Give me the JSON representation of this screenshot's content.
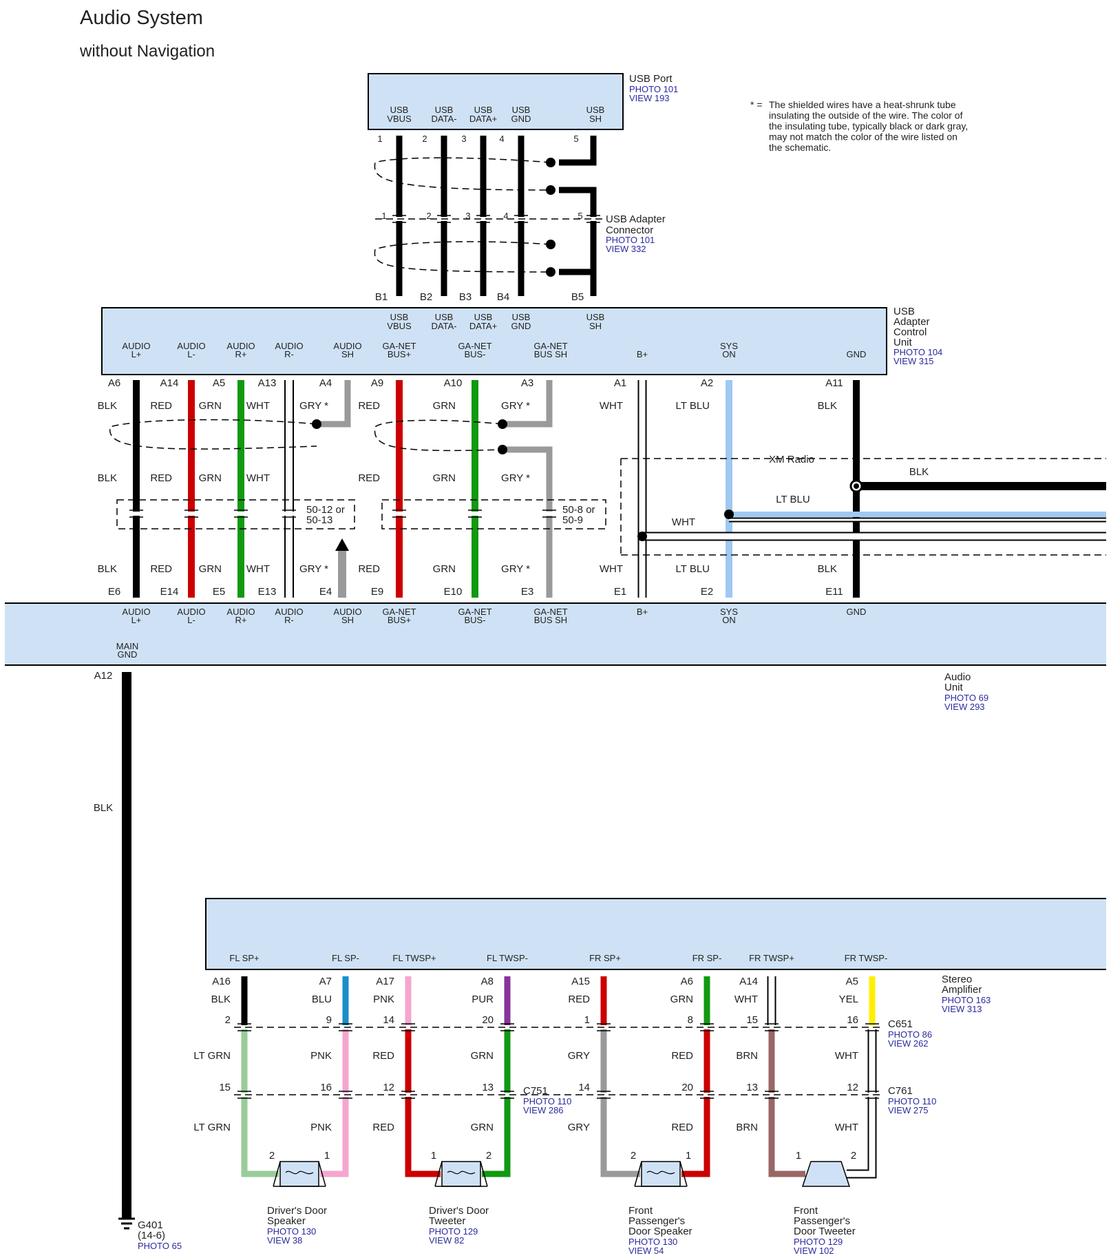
{
  "header": {
    "title": "Audio System",
    "subtitle": "without Navigation"
  },
  "note": {
    "marker": "* =",
    "lines": [
      "The shielded wires have a heat-shrunk tube",
      "insulating the outside of the wire. The color of",
      "the insulating tube, typically black or dark gray,",
      "may not match the color of the wire listed on",
      "the schematic."
    ]
  },
  "colors": {
    "box_fill": "#cfe2f5",
    "link": "#2a2a9e",
    "BLK": "#000000",
    "RED": "#cc0000",
    "GRN": "#119911",
    "WHT": "#ffffff",
    "GRY": "#9a9a9a",
    "LT BLU": "#9fc9f0",
    "BLU": "#1a8fc9",
    "PNK": "#f5a6cf",
    "PUR": "#883399",
    "YEL": "#ffee00",
    "LT GRN": "#99cc99",
    "BRN": "#996666"
  },
  "components": {
    "usb_port": {
      "name": [
        "USB Port"
      ],
      "refs": [
        "PHOTO 101",
        "VIEW 193"
      ],
      "pins": [
        {
          "label": [
            "USB",
            "VBUS"
          ],
          "num": "1"
        },
        {
          "label": [
            "USB",
            "DATA-"
          ],
          "num": "2"
        },
        {
          "label": [
            "USB",
            "DATA+"
          ],
          "num": "3"
        },
        {
          "label": [
            "USB",
            "GND"
          ],
          "num": "4"
        },
        {
          "label": [
            "USB",
            "SH"
          ],
          "num": "5"
        }
      ]
    },
    "usb_adapter_connector": {
      "name": [
        "USB Adapter",
        "Connector"
      ],
      "refs": [
        "PHOTO 101",
        "VIEW 332"
      ],
      "pins": [
        "1",
        "2",
        "3",
        "4",
        "5"
      ]
    },
    "usb_adapter_control_unit": {
      "name": [
        "USB",
        "Adapter",
        "Control",
        "Unit"
      ],
      "refs": [
        "PHOTO 104",
        "VIEW 315"
      ],
      "top_terminals": [
        "B1",
        "B2",
        "B3",
        "B4",
        "B5"
      ],
      "top_labels": [
        [
          "USB",
          "VBUS"
        ],
        [
          "USB",
          "DATA-"
        ],
        [
          "USB",
          "DATA+"
        ],
        [
          "USB",
          "GND"
        ],
        [
          "USB",
          "SH"
        ]
      ],
      "bottom_labels": [
        [
          "AUDIO",
          "L+"
        ],
        [
          "AUDIO",
          "L-"
        ],
        [
          "AUDIO",
          "R+"
        ],
        [
          "AUDIO",
          "R-"
        ],
        [
          "AUDIO",
          "SH"
        ],
        [
          "GA-NET",
          "BUS+"
        ],
        [
          "GA-NET",
          "BUS-"
        ],
        [
          "GA-NET",
          "BUS SH"
        ],
        [
          "B+"
        ],
        [
          "SYS",
          "ON"
        ],
        [
          "GND"
        ]
      ]
    },
    "audio_unit": {
      "name": [
        "Audio",
        "Unit"
      ],
      "refs": [
        "PHOTO 69",
        "VIEW 293"
      ],
      "top_labels": [
        [
          "AUDIO",
          "L+"
        ],
        [
          "AUDIO",
          "L-"
        ],
        [
          "AUDIO",
          "R+"
        ],
        [
          "AUDIO",
          "R-"
        ],
        [
          "AUDIO",
          "SH"
        ],
        [
          "GA-NET",
          "BUS+"
        ],
        [
          "GA-NET",
          "BUS-"
        ],
        [
          "GA-NET",
          "BUS SH"
        ],
        [
          "B+"
        ],
        [
          "SYS",
          "ON"
        ],
        [
          "GND"
        ]
      ],
      "ground_label": [
        "MAIN",
        "GND"
      ]
    },
    "stereo_amplifier": {
      "name": [
        "Stereo",
        "Amplifier"
      ],
      "refs": [
        "PHOTO 163",
        "VIEW 313"
      ],
      "labels": [
        "FL SP+",
        "FL SP-",
        "FL TWSP+",
        "FL TWSP-",
        "FR SP+",
        "FR SP-",
        "FR TWSP+",
        "FR TWSP-"
      ]
    }
  },
  "middle_wires": [
    {
      "top": "A6",
      "bottom": "E6",
      "colors": [
        "BLK",
        "BLK",
        "BLK"
      ],
      "stroke": "BLK"
    },
    {
      "top": "A14",
      "bottom": "E14",
      "colors": [
        "RED",
        "RED",
        "RED"
      ],
      "stroke": "RED"
    },
    {
      "top": "A5",
      "bottom": "E5",
      "colors": [
        "GRN",
        "GRN",
        "GRN"
      ],
      "stroke": "GRN"
    },
    {
      "top": "A13",
      "bottom": "E13",
      "colors": [
        "WHT",
        "WHT",
        "WHT"
      ],
      "stroke": "WHT"
    },
    {
      "top": "A4",
      "bottom": "E4",
      "colors": [
        "GRY *",
        "",
        "GRY *"
      ],
      "stroke": "GRY"
    },
    {
      "top": "A9",
      "bottom": "E9",
      "colors": [
        "RED",
        "RED",
        "RED"
      ],
      "stroke": "RED"
    },
    {
      "top": "A10",
      "bottom": "E10",
      "colors": [
        "GRN",
        "GRN",
        "GRN"
      ],
      "stroke": "GRN"
    },
    {
      "top": "A3",
      "bottom": "E3",
      "colors": [
        "GRY *",
        "GRY *",
        "GRY *"
      ],
      "stroke": "GRY"
    },
    {
      "top": "A1",
      "bottom": "E1",
      "colors": [
        "WHT",
        "",
        "WHT"
      ],
      "stroke": "WHT"
    },
    {
      "top": "A2",
      "bottom": "E2",
      "colors": [
        "LT BLU",
        "",
        "LT BLU"
      ],
      "stroke": "LT BLU"
    },
    {
      "top": "A11",
      "bottom": "E11",
      "colors": [
        "BLK",
        "",
        "BLK"
      ],
      "stroke": "BLK"
    }
  ],
  "page_refs": [
    [
      "50-12 or",
      "50-13"
    ],
    [
      "50-8 or",
      "50-9"
    ]
  ],
  "xm_radio": {
    "label": "XM Radio",
    "wires": [
      "BLK",
      "LT BLU",
      "WHT"
    ]
  },
  "ground": {
    "terminal": "A12",
    "color": "BLK",
    "name": "G401",
    "sub": "(14-6)",
    "ref": "PHOTO 65"
  },
  "amp_wires": [
    {
      "pin": "A16",
      "c1": "BLK",
      "n1": "2",
      "c2": "LT GRN",
      "n2": "15",
      "c3": "LT GRN",
      "spk_pin": "2"
    },
    {
      "pin": "A7",
      "c1": "BLU",
      "n1": "9",
      "c2": "PNK",
      "n2": "16",
      "c3": "PNK",
      "spk_pin": "1"
    },
    {
      "pin": "A17",
      "c1": "PNK",
      "n1": "14",
      "c2": "RED",
      "n2": "12",
      "c3": "RED",
      "spk_pin": "1"
    },
    {
      "pin": "A8",
      "c1": "PUR",
      "n1": "20",
      "c2": "GRN",
      "n2": "13",
      "c3": "GRN",
      "spk_pin": "2"
    },
    {
      "pin": "A15",
      "c1": "RED",
      "n1": "1",
      "c2": "GRY",
      "n2": "14",
      "c3": "GRY",
      "spk_pin": "2"
    },
    {
      "pin": "A6",
      "c1": "GRN",
      "n1": "8",
      "c2": "RED",
      "n2": "20",
      "c3": "RED",
      "spk_pin": "1"
    },
    {
      "pin": "A14",
      "c1": "WHT",
      "n1": "15",
      "c2": "BRN",
      "n2": "13",
      "c3": "BRN",
      "spk_pin": "1"
    },
    {
      "pin": "A5",
      "c1": "YEL",
      "n1": "16",
      "c2": "WHT",
      "n2": "12",
      "c3": "WHT",
      "spk_pin": "2"
    }
  ],
  "connectors": {
    "c651": {
      "name": "C651",
      "refs": [
        "PHOTO 86",
        "VIEW 262"
      ]
    },
    "c751": {
      "name": "C751",
      "refs": [
        "PHOTO 110",
        "VIEW 286"
      ]
    },
    "c761": {
      "name": "C761",
      "refs": [
        "PHOTO 110",
        "VIEW 275"
      ]
    }
  },
  "speakers": [
    {
      "name": [
        "Driver's Door",
        "Speaker"
      ],
      "refs": [
        "PHOTO 130",
        "VIEW 38"
      ]
    },
    {
      "name": [
        "Driver's Door",
        "Tweeter"
      ],
      "refs": [
        "PHOTO 129",
        "VIEW 82"
      ]
    },
    {
      "name": [
        "Front",
        "Passenger's",
        "Door Speaker"
      ],
      "refs": [
        "PHOTO 130",
        "VIEW 54"
      ]
    },
    {
      "name": [
        "Front",
        "Passenger's",
        "Door Tweeter"
      ],
      "refs": [
        "PHOTO 129",
        "VIEW 102"
      ]
    }
  ]
}
